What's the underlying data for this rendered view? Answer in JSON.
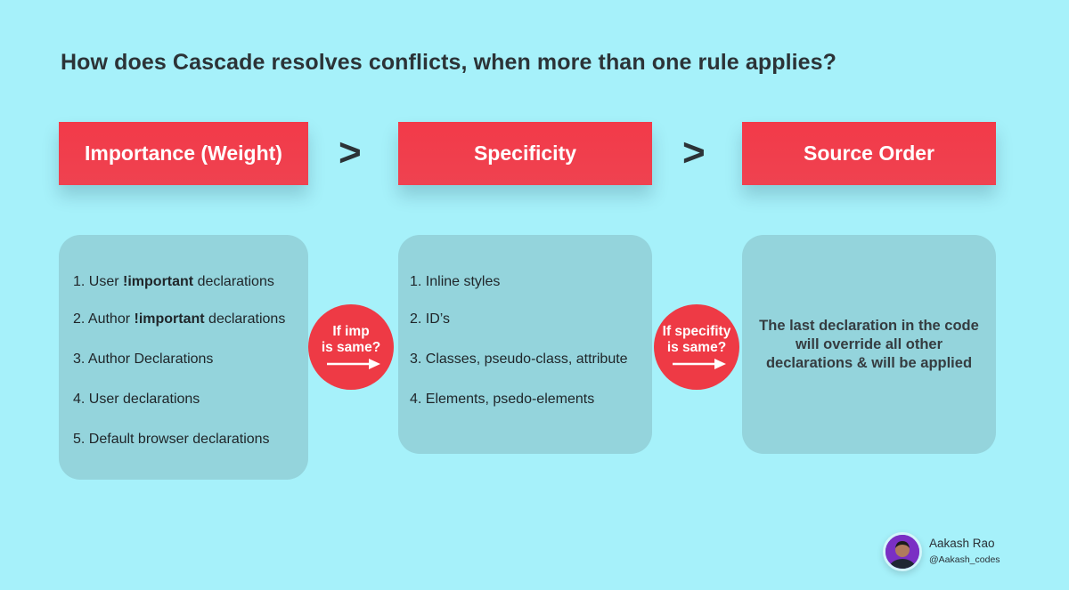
{
  "title": "How does Cascade resolves conflicts, when more than one rule applies?",
  "columns": [
    {
      "header": "Importance (Weight)",
      "items": [
        {
          "prefix": "1. User ",
          "bold": "!important",
          "suffix": " declarations"
        },
        {
          "prefix": "2. Author ",
          "bold": "!important",
          "suffix": " declarations"
        },
        {
          "prefix": "3. Author Declarations",
          "bold": "",
          "suffix": ""
        },
        {
          "prefix": "4. User declarations",
          "bold": "",
          "suffix": ""
        },
        {
          "prefix": "5. Default browser declarations",
          "bold": "",
          "suffix": ""
        }
      ]
    },
    {
      "header": "Specificity",
      "items": [
        {
          "text": "1. Inline styles"
        },
        {
          "text": "2. ID’s"
        },
        {
          "text": "3. Classes, pseudo-class, attribute"
        },
        {
          "text": "4. Elements, psedo-elements"
        }
      ]
    },
    {
      "header": "Source Order",
      "description_lines": [
        "The last declaration in the code",
        "will override all other",
        "declarations & will be applied"
      ]
    }
  ],
  "separators": [
    ">",
    ">"
  ],
  "connectors": [
    {
      "lines": [
        "If imp",
        "is same?"
      ],
      "icon": "right-arrow-icon"
    },
    {
      "lines": [
        "If specifity",
        "is same?"
      ],
      "icon": "right-arrow-icon"
    }
  ],
  "author": {
    "name": "Aakash Rao",
    "handle": "@Aakash_codes"
  },
  "colors": {
    "background": "#a6f1fa",
    "accent_red": "#ef3b48",
    "card": "#94d4dc",
    "text_dark": "#2c3337"
  }
}
